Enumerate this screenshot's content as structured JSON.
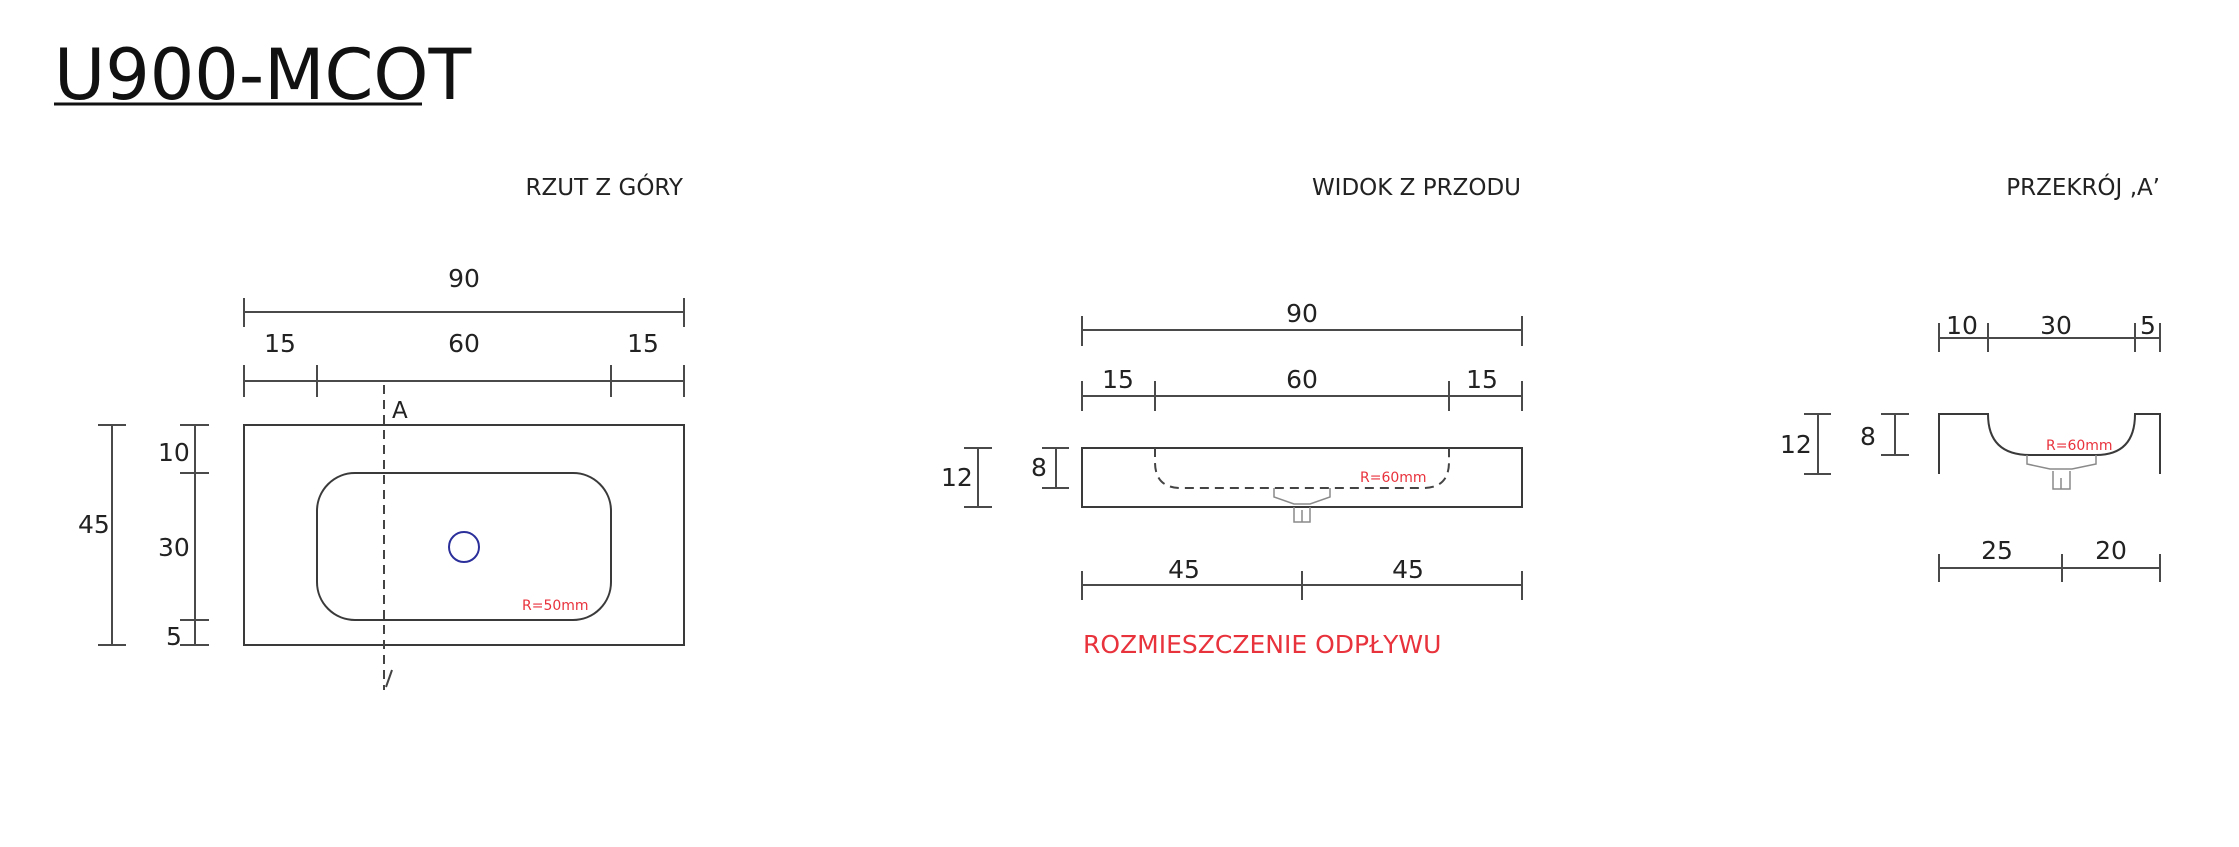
{
  "title": "U900-MCOT",
  "colors": {
    "line": "#3a3a3a",
    "accent_red": "#e8323c",
    "drain_circle": "#2b2f9a"
  },
  "top_view": {
    "label": "RZUT Z GÓRY",
    "width_total": "90",
    "width_parts": [
      "15",
      "60",
      "15"
    ],
    "depth_total": "45",
    "depth_parts": [
      "10",
      "30",
      "5"
    ],
    "section_marker": "A",
    "radius": "R=50mm"
  },
  "front_view": {
    "label": "WIDOK Z PRZODU",
    "width_total": "90",
    "width_parts": [
      "15",
      "60",
      "15"
    ],
    "height_total": "12",
    "basin_depth": "8",
    "radius": "R=60mm",
    "drain_position": [
      "45",
      "45"
    ],
    "note": "ROZMIESZCZENIE ODPŁYWU"
  },
  "section_view": {
    "label": "PRZEKRÓJ ‚A’",
    "width_parts": [
      "10",
      "30",
      "5"
    ],
    "height_total": "12",
    "basin_depth": "8",
    "radius": "R=60mm",
    "drain_position": [
      "25",
      "20"
    ]
  }
}
